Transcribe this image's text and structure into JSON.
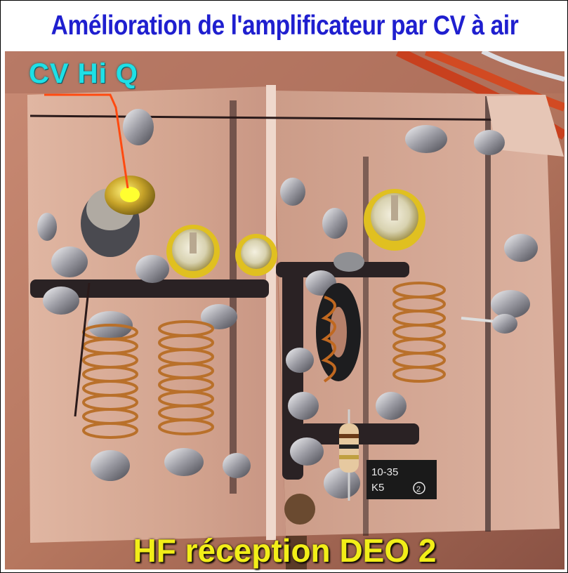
{
  "title": "Amélioration de l'amplificateur par CV à air",
  "annotation": "CV Hi Q",
  "caption": "HF réception DEO 2",
  "component_marking": [
    "10-35",
    "K5",
    "2"
  ],
  "colors": {
    "title": "#1f1fcf",
    "annotation": "#1ee0e6",
    "caption": "#f2ee18",
    "pointer": "#ff4a10"
  }
}
